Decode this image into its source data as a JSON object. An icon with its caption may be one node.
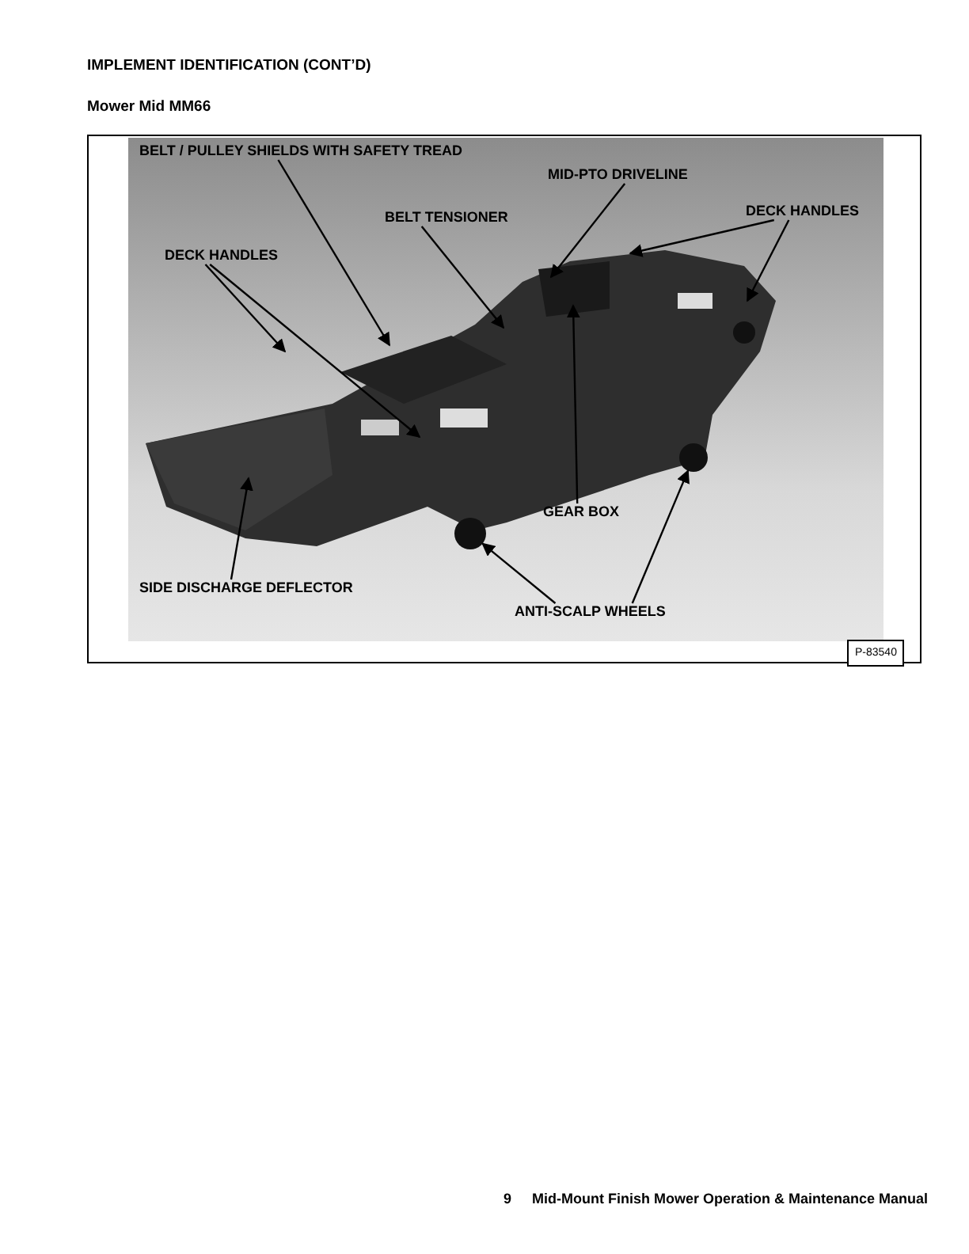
{
  "diagram": {
    "title": "IMPLEMENT IDENTIFICATION (CONT’D)",
    "nodes": [
      {
        "text": [
          "BELT / PULLEY SHIELDS WITH SAFETY TREAD"
        ]
      },
      {
        "text": [
          "MID-PTO DRIVELINE"
        ]
      },
      {
        "text": [
          "BELT TENSIONER"
        ]
      },
      {
        "text": [
          "DECK HANDLES"
        ]
      },
      {
        "text": [
          "DECK HANDLES"
        ]
      },
      {
        "text": [
          "GEAR BOX"
        ]
      },
      {
        "text": [
          "SIDE DISCHARGE DEFLECTOR"
        ]
      },
      {
        "text": [
          "ANTI-SCALP WHEELS"
        ]
      },
      {
        "text": [],
        "shape": "circle"
      },
      {
        "text": [],
        "shape": "circle"
      }
    ],
    "edges": [
      {
        "from": 0,
        "to": null,
        "arrow": "to"
      },
      {
        "from": 1,
        "to": null,
        "arrow": "to"
      },
      {
        "from": 2,
        "to": null,
        "arrow": "to"
      },
      {
        "from": 3,
        "to": null,
        "arrow": "to"
      },
      {
        "from": 3,
        "to": null,
        "arrow": "to"
      },
      {
        "from": 4,
        "to": null,
        "arrow": "to"
      },
      {
        "from": 4,
        "to": null,
        "arrow": "to"
      },
      {
        "from": 5,
        "to": null,
        "arrow": "to"
      },
      {
        "from": 6,
        "to": null,
        "arrow": "to"
      },
      {
        "from": 7,
        "to": 8,
        "arrow": "to"
      },
      {
        "from": 7,
        "to": 9,
        "arrow": "to"
      }
    ],
    "labels": [
      "Mower Mid MM66",
      "P-83540",
      "9",
      "Mid-Mount Finish Mower Operation & Maintenance Manual"
    ]
  }
}
